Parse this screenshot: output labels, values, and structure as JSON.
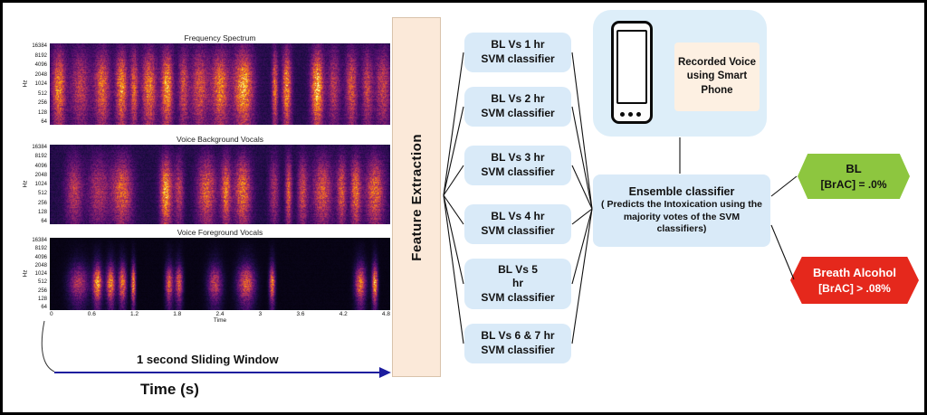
{
  "diagram": {
    "spectrogram_section": {
      "hz_unit": "Hz",
      "hz_ticks": [
        "16384",
        "8192",
        "4096",
        "2048",
        "1024",
        "512",
        "256",
        "128",
        "64"
      ],
      "time_ticks": [
        "0",
        "0.6",
        "1.2",
        "1.8",
        "2.4",
        "3",
        "3.6",
        "4.2",
        "4.8"
      ],
      "time_axis_label": "Time",
      "panels": [
        {
          "title": "Frequency Spectrum"
        },
        {
          "title": "Voice Background Vocals"
        },
        {
          "title": "Voice Foreground Vocals"
        }
      ],
      "sliding_window_label": "1 second Sliding Window",
      "time_seconds_label": "Time (s)"
    },
    "feature_extraction_label": "Feature Extraction",
    "classifiers": [
      {
        "lines": [
          "BL Vs 1 hr",
          "SVM classifier"
        ]
      },
      {
        "lines": [
          "BL Vs 2 hr",
          "SVM classifier"
        ]
      },
      {
        "lines": [
          "BL Vs 3 hr",
          "SVM classifier"
        ]
      },
      {
        "lines": [
          "BL Vs 4 hr",
          "SVM classifier"
        ]
      },
      {
        "lines": [
          "BL Vs 5",
          "hr",
          "SVM classifier"
        ]
      },
      {
        "lines": [
          "BL Vs 6 & 7 hr",
          "SVM classifier"
        ]
      }
    ],
    "recorded_voice_label": "Recorded Voice using Smart Phone",
    "ensemble": {
      "title": "Ensemble classifier",
      "description": "( Predicts the Intoxication using the majority votes of the SVM classifiers)"
    },
    "outputs": {
      "sober": {
        "title": "BL",
        "value": "[BrAC] = .0%",
        "color": "#8dc63f"
      },
      "intoxicated": {
        "title": "Breath Alcohol",
        "value": "[BrAC] > .08%",
        "color": "#e5281c"
      }
    },
    "arrow_color": "#1c1c9e"
  }
}
